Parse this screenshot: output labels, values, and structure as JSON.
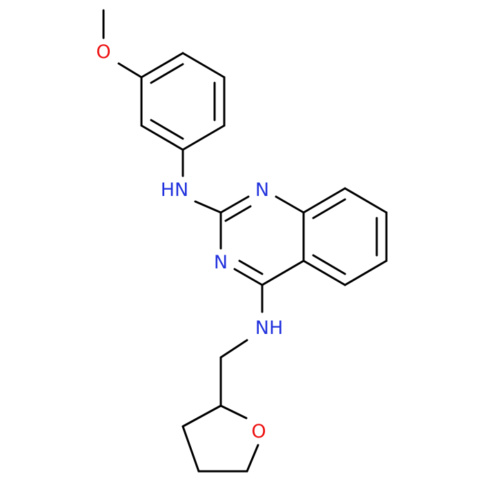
{
  "molecule": {
    "atom_labels": {
      "methoxy_o": "O",
      "nh_top": "HN",
      "n_ring_1": "N",
      "n_ring_3": "N",
      "nh_bottom": "NH",
      "thf_o": "O"
    },
    "colors": {
      "bond": "#000000",
      "nitrogen": "#2233dd",
      "oxygen": "#ee1111"
    }
  }
}
